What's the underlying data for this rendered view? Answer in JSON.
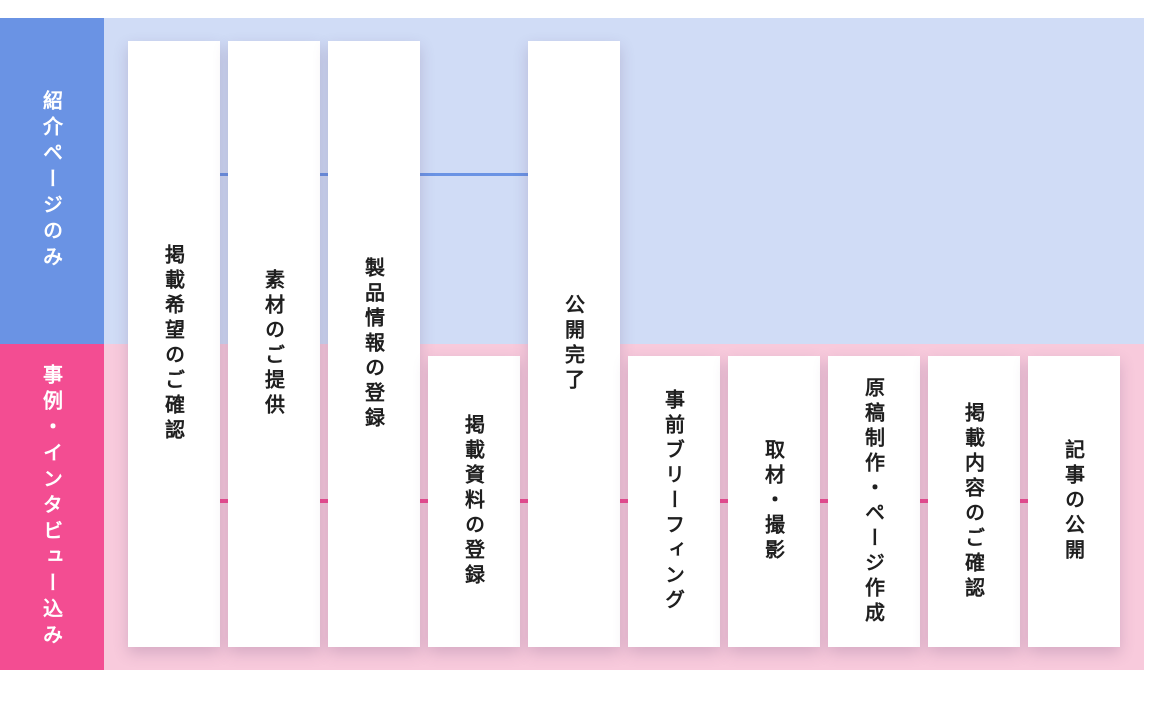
{
  "rows": {
    "top_label": "紹介ページのみ",
    "bottom_label": "事例・インタビュー込み"
  },
  "steps": [
    "掲載希望のご確認",
    "素材のご提供",
    "製品情報の登録",
    "掲載資料の登録",
    "公開完了",
    "事前ブリーフィング",
    "取材・撮影",
    "原稿制作・ページ作成",
    "掲載内容のご確認",
    "記事の公開"
  ],
  "colors": {
    "top_band": "#d0dcf6",
    "top_label_bg": "#6a93e4",
    "bottom_band": "#f8cadc",
    "bottom_label_bg": "#f34d92",
    "card": "#ffffff",
    "text": "#1f1f1f"
  }
}
